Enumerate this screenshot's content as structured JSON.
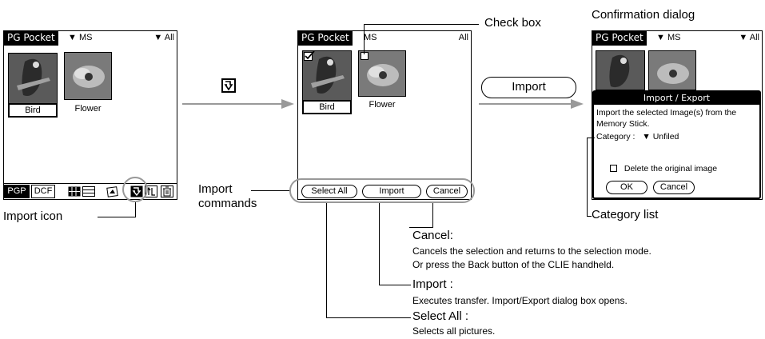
{
  "screen1": {
    "app_title": "PG Pocket",
    "folder_value": "MS",
    "category_value": "All",
    "thumbnails": [
      {
        "label": "Bird"
      },
      {
        "label": "Flower"
      }
    ],
    "tab_pgp": "PGP",
    "tab_dcf": "DCF"
  },
  "screen2": {
    "app_title": "PG Pocket",
    "folder_value": "MS",
    "category_value": "All",
    "thumbnails": [
      {
        "label": "Bird"
      },
      {
        "label": "Flower"
      }
    ],
    "buttons": {
      "select_all": "Select All",
      "import": "Import",
      "cancel": "Cancel"
    }
  },
  "screen3": {
    "app_title": "PG Pocket",
    "folder_value": "MS",
    "category_value": "All",
    "dialog": {
      "title": "Import / Export",
      "message": "Import the selected Image(s) from the Memory Stick.",
      "category_label": "Category :",
      "category_value": "Unfiled",
      "checkbox_label": "Delete the original image",
      "ok": "OK",
      "cancel": "Cancel"
    }
  },
  "flow": {
    "import_button_label": "Import"
  },
  "callouts": {
    "check_box": "Check box",
    "confirmation_dialog": "Confirmation dialog",
    "import_commands_line1": "Import",
    "import_commands_line2": "commands",
    "import_icon": "Import icon",
    "category_list": "Category list",
    "cancel_title": "Cancel:",
    "cancel_desc_1": "Cancels the selection and returns to the selection mode.",
    "cancel_desc_2": "Or press the Back button of the CLIE handheld.",
    "import_title": "Import :",
    "import_desc": "Executes transfer. Import/Export dialog box opens.",
    "select_all_title": "Select All :",
    "select_all_desc": "Selects all pictures."
  },
  "colors": {
    "arrow": "#999999",
    "thumb_bg": "#6e6e6e",
    "title_bar": "#000000"
  }
}
